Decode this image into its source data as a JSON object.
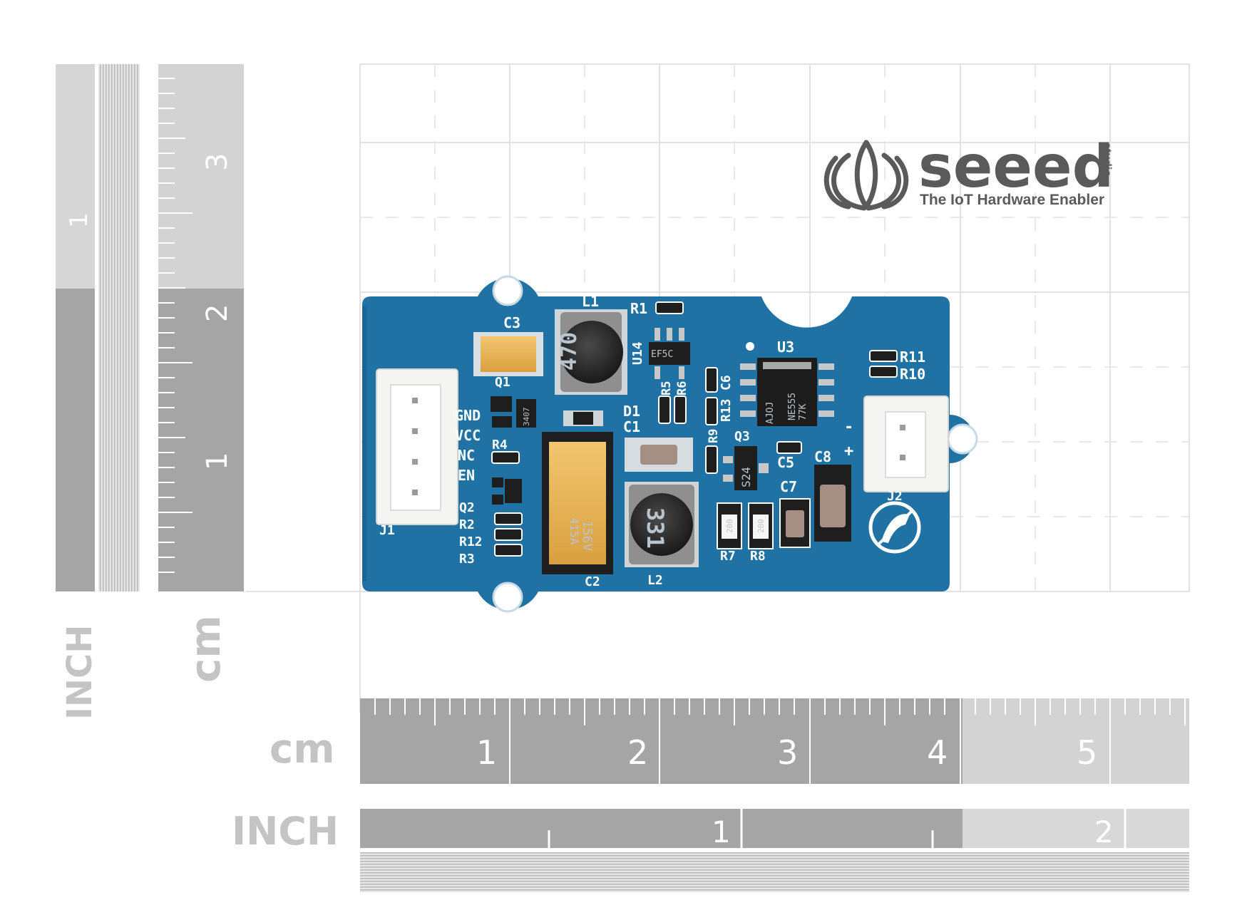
{
  "brand": {
    "name": "seeed",
    "suffix": "studio",
    "tagline": "The IoT Hardware Enabler"
  },
  "rulers": {
    "vertical_cm_unit": "cm",
    "vertical_inch_unit": "INCH",
    "vertical_cm_numbers": [
      "1",
      "2",
      "3"
    ],
    "vertical_inch_numbers": [
      "1"
    ],
    "horizontal_cm_unit": "cm",
    "horizontal_inch_unit": "INCH",
    "horizontal_cm_numbers": [
      "1",
      "2",
      "3",
      "4",
      "5"
    ],
    "horizontal_inch_numbers": [
      "1",
      "2"
    ]
  },
  "board": {
    "connector_pins": [
      "GND",
      "VCC",
      "NC",
      "EN"
    ],
    "labels": {
      "c3": "C3",
      "l1": "L1",
      "r1": "R1",
      "u14": "U14",
      "u14_mark": "EF5C",
      "u3": "U3",
      "r11": "R11",
      "r10": "R10",
      "q1": "Q1",
      "q1_mark": "3407",
      "r5": "R5",
      "r6": "R6",
      "r13": "R13",
      "c6": "C6",
      "d1": "D1",
      "c1": "C1",
      "r9": "R9",
      "q3": "Q3",
      "q3_mark": "S24",
      "c5": "C5",
      "c8": "C8",
      "c7": "C7",
      "r4": "R4",
      "q2": "Q2",
      "r2": "R2",
      "r12": "R12",
      "r3": "R3",
      "j1": "J1",
      "j2": "J2",
      "c2": "C2",
      "l2": "L2",
      "r7": "R7",
      "r8": "R8",
      "minus": "-",
      "plus": "+"
    },
    "inductor_l1_mark": "470",
    "inductor_l2_mark": "331",
    "cap_c2_mark": "156V",
    "cap_c2_code": "415A",
    "resistor_r7_mark": "200",
    "resistor_r8_mark": "200",
    "ic_u3_line1": "NE555",
    "ic_u3_line2": "77K",
    "ic_u3_line3": "AJOJ"
  },
  "colors": {
    "board": "#1f72a3",
    "ruler_dark": "#a5a5a5",
    "ruler_light": "#d3d3d3",
    "grid": "#e2e2e2"
  }
}
